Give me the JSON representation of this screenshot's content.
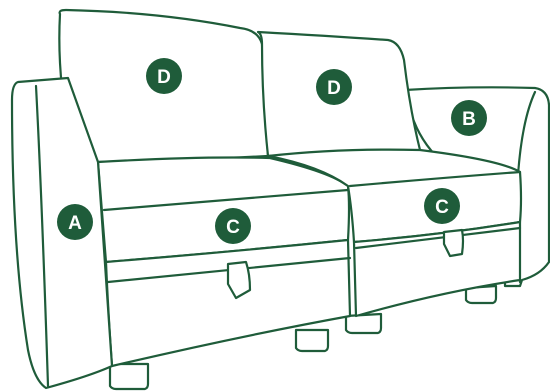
{
  "labels": {
    "armrest_left": "A",
    "armrest_right": "B",
    "seat_cushion_left": "C",
    "seat_cushion_right": "C",
    "back_cushion_left": "D",
    "back_cushion_right": "D"
  },
  "colors": {
    "outline": "#1f5c3a",
    "badge_fill": "#1f5c3a",
    "badge_text": "#ffffff",
    "background": "#ffffff"
  }
}
